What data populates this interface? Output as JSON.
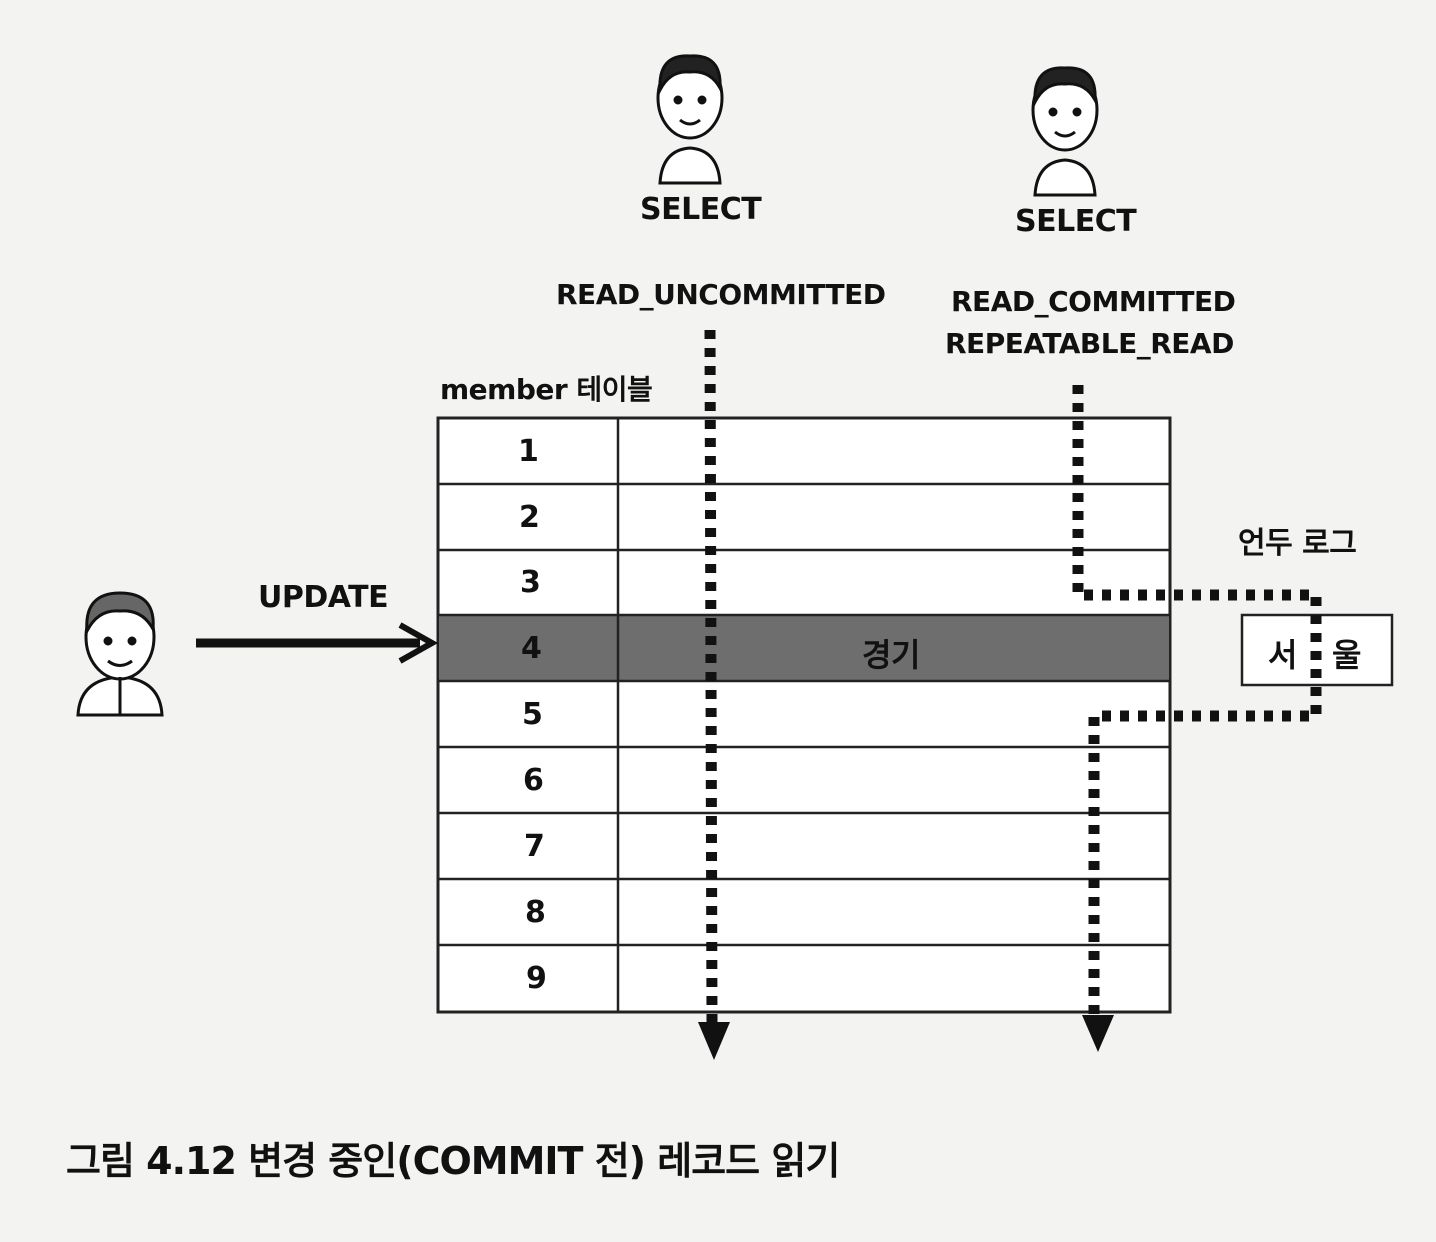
{
  "actors": {
    "reader1": {
      "query": "SELECT",
      "isolation": "READ_UNCOMMITTED"
    },
    "reader2": {
      "query": "SELECT",
      "isolation_1": "READ_COMMITTED",
      "isolation_2": "REPEATABLE_READ"
    },
    "writer": {
      "query": "UPDATE"
    }
  },
  "table": {
    "title": "member 테이블",
    "rows": [
      {
        "id": "1",
        "value": ""
      },
      {
        "id": "2",
        "value": ""
      },
      {
        "id": "3",
        "value": ""
      },
      {
        "id": "4",
        "value": "경기"
      },
      {
        "id": "5",
        "value": ""
      },
      {
        "id": "6",
        "value": ""
      },
      {
        "id": "7",
        "value": ""
      },
      {
        "id": "8",
        "value": ""
      },
      {
        "id": "9",
        "value": ""
      }
    ],
    "highlight_color": "#6e6e6e"
  },
  "undo_log": {
    "title": "언두 로그",
    "value_left": "서",
    "value_right": "울"
  },
  "icons": [
    "person-icon",
    "arrow-right-icon",
    "dotted-arrow-down-icon"
  ],
  "caption": {
    "label": "그림 4.12",
    "text": "변경 중인(COMMIT 전) 레코드 읽기"
  }
}
